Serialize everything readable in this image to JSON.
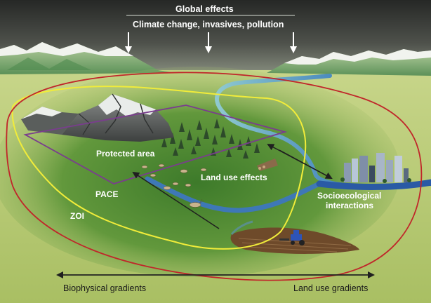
{
  "header": {
    "global_effects": "Global effects",
    "drivers": "Climate change, invasives, pollution"
  },
  "regions": {
    "protected_area": "Protected area",
    "pace": "PACE",
    "zoi": "ZOI"
  },
  "effects": {
    "land_use_effects": "Land use effects",
    "socioecological_line1": "Socioecological",
    "socioecological_line2": "interactions"
  },
  "gradient": {
    "left_label": "Biophysical gradients",
    "right_label": "Land use gradients"
  },
  "colors": {
    "sky_storm": "#3d3f3b",
    "grassland": "#b9cb77",
    "zoi_boundary": "#c0262a",
    "pace_boundary": "#f1ec3a",
    "protected_area_boundary": "#7a3d8e",
    "river": "#2b5fa6",
    "gradient_arrow": "#222222"
  },
  "icons": {
    "down_arrows": "arrow-down-icon",
    "city": "city-icon",
    "tractor": "tractor-icon",
    "elk": "elk-icon"
  }
}
